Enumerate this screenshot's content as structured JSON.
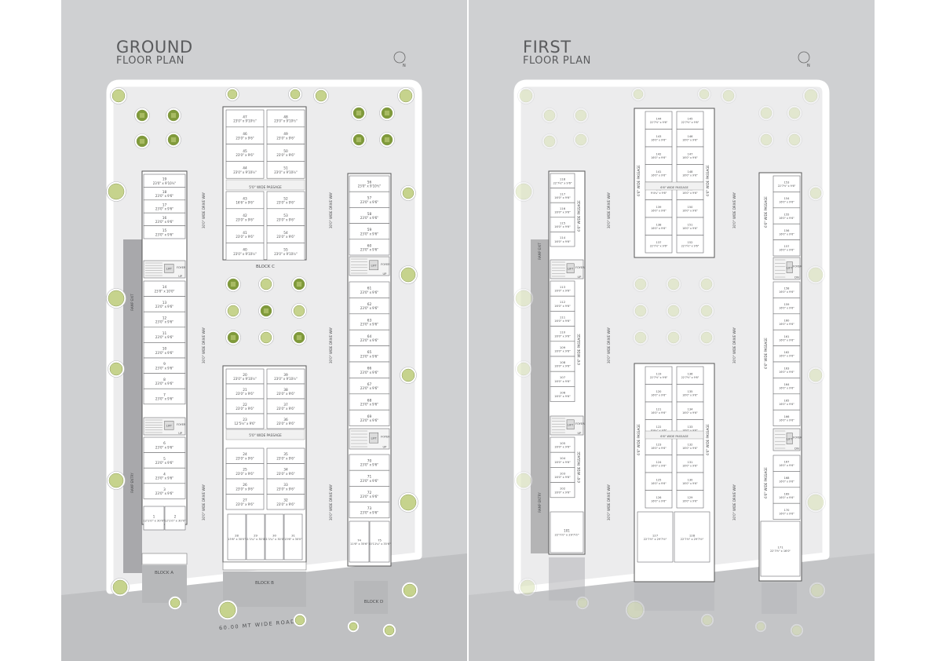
{
  "colors": {
    "panel": "#cfd0d2",
    "site": "#ececed",
    "road": "#bfc0c2",
    "unit_fill": "#ffffff",
    "unit_stroke": "#6b6c6e",
    "tree_light": "#c6d38d",
    "tree_dark": "#7f9a3a",
    "text": "#4d4e50"
  },
  "ground": {
    "title_line1": "GROUND",
    "title_line2": "FLOOR PLAN",
    "north_label": "N",
    "road_label": "60.00 MT  WIDE ROAD",
    "block_a_label": "BLOCK A",
    "block_b_label": "BLOCK B",
    "block_c_label": "BLOCK C",
    "block_d_label": "BLOCK D",
    "drive_way_label": "30'0\" WIDE DRIVE WAY",
    "passage_label": "5'0\" WIDE PASSAGE",
    "ramp_exit_label": "RAMP EXIT",
    "ramp_entry_label": "RAMP ENTRY",
    "lift_label": "LIFT",
    "foyer_label": "FOYER",
    "up_label": "UP",
    "block_a_units": [
      {
        "n": "19",
        "s": "23'0\" x 9'10½\""
      },
      {
        "n": "18",
        "s": "23'0\" x 9'6\""
      },
      {
        "n": "17",
        "s": "23'0\" x 9'6\""
      },
      {
        "n": "16",
        "s": "23'0\" x 9'6\""
      },
      {
        "n": "15",
        "s": "23'0\" x 9'6\""
      },
      {
        "n": "14",
        "s": "23'0\" x 10'0\""
      },
      {
        "n": "13",
        "s": "23'0\" x 9'6\""
      },
      {
        "n": "12",
        "s": "23'0\" x 9'6\""
      },
      {
        "n": "11",
        "s": "23'0\" x 9'6\""
      },
      {
        "n": "10",
        "s": "23'0\" x 9'6\""
      },
      {
        "n": "9",
        "s": "23'0\" x 9'6\""
      },
      {
        "n": "8",
        "s": "23'0\" x 9'6\""
      },
      {
        "n": "7",
        "s": "23'0\" x 9'6\""
      },
      {
        "n": "6",
        "s": "23'0\" x 9'6\""
      },
      {
        "n": "5",
        "s": "23'0\" x 9'6\""
      },
      {
        "n": "4",
        "s": "23'0\" x 9'6\""
      },
      {
        "n": "3",
        "s": "23'0\" x 9'6\""
      }
    ],
    "block_a_bottom": [
      {
        "n": "1",
        "s": "12'1½\" x 30'0\""
      },
      {
        "n": "2",
        "s": "12'1½\" x 30'0\""
      }
    ],
    "block_c_left": [
      {
        "n": "47",
        "s": "23'0\" x 9'10½\""
      },
      {
        "n": "46",
        "s": "23'0\" x 9'6\""
      },
      {
        "n": "45",
        "s": "23'0\" x 9'6\""
      },
      {
        "n": "44",
        "s": "23'0\" x 9'10½\""
      }
    ],
    "block_c_right": [
      {
        "n": "48",
        "s": "23'0\" x 9'10½\""
      },
      {
        "n": "49",
        "s": "23'0\" x 9'6\""
      },
      {
        "n": "50",
        "s": "23'0\" x 9'6\""
      },
      {
        "n": "51",
        "s": "23'0\" x 9'10½\""
      }
    ],
    "block_c_left2": [
      {
        "n": "43",
        "s": "16'6\" x 9'6\""
      },
      {
        "n": "42",
        "s": "23'0\" x 9'6\""
      },
      {
        "n": "41",
        "s": "23'0\" x 9'6\""
      },
      {
        "n": "40",
        "s": "23'0\" x 9'10½\""
      }
    ],
    "block_c_right2": [
      {
        "n": "52",
        "s": "23'0\" x 9'6\""
      },
      {
        "n": "53",
        "s": "23'0\" x 9'6\""
      },
      {
        "n": "54",
        "s": "23'0\" x 9'6\""
      },
      {
        "n": "55",
        "s": "23'0\" x 9'10½\""
      }
    ],
    "block_b_left": [
      {
        "n": "20",
        "s": "23'0\" x 9'10½\""
      },
      {
        "n": "21",
        "s": "23'0\" x 9'6\""
      },
      {
        "n": "22",
        "s": "23'0\" x 9'6\""
      },
      {
        "n": "23",
        "s": "12'5¼\" x 9'6\""
      }
    ],
    "block_b_right": [
      {
        "n": "39",
        "s": "23'0\" x 9'10½\""
      },
      {
        "n": "38",
        "s": "23'0\" x 9'6\""
      },
      {
        "n": "37",
        "s": "23'0\" x 9'6\""
      },
      {
        "n": "36",
        "s": "23'0\" x 9'6\""
      }
    ],
    "block_b_left2": [
      {
        "n": "24",
        "s": "23'0\" x 9'6\""
      },
      {
        "n": "25",
        "s": "23'0\" x 9'6\""
      },
      {
        "n": "26",
        "s": "23'0\" x 9'6\""
      },
      {
        "n": "27",
        "s": "23'0\" x 9'6\""
      }
    ],
    "block_b_right2": [
      {
        "n": "35",
        "s": "23'0\" x 9'6\""
      },
      {
        "n": "34",
        "s": "23'0\" x 9'6\""
      },
      {
        "n": "33",
        "s": "23'0\" x 9'6\""
      },
      {
        "n": "32",
        "s": "23'0\" x 9'6\""
      }
    ],
    "block_b_bottom": [
      {
        "n": "28",
        "s": "13'6\" x 30'0\""
      },
      {
        "n": "29",
        "s": "11'1¼\" x 30'0\""
      },
      {
        "n": "30",
        "s": "11'1¼\" x 30'0\""
      },
      {
        "n": "31",
        "s": "13'6\" x 30'0\""
      }
    ],
    "block_d_units": [
      {
        "n": "56",
        "s": "23'0\" x 9'10½\""
      },
      {
        "n": "57",
        "s": "23'0\" x 9'6\""
      },
      {
        "n": "58",
        "s": "23'0\" x 9'6\""
      },
      {
        "n": "59",
        "s": "23'0\" x 9'6\""
      },
      {
        "n": "60",
        "s": "23'0\" x 9'6\""
      },
      {
        "n": "61",
        "s": "23'0\" x 9'6\""
      },
      {
        "n": "62",
        "s": "23'0\" x 9'6\""
      },
      {
        "n": "63",
        "s": "23'0\" x 9'6\""
      },
      {
        "n": "64",
        "s": "23'0\" x 9'6\""
      },
      {
        "n": "65",
        "s": "23'0\" x 9'6\""
      },
      {
        "n": "66",
        "s": "23'0\" x 9'6\""
      },
      {
        "n": "67",
        "s": "23'0\" x 9'6\""
      },
      {
        "n": "68",
        "s": "23'0\" x 9'6\""
      },
      {
        "n": "69",
        "s": "23'0\" x 9'6\""
      },
      {
        "n": "70",
        "s": "23'0\" x 9'6\""
      },
      {
        "n": "71",
        "s": "23'0\" x 9'6\""
      },
      {
        "n": "72",
        "s": "23'0\" x 9'6\""
      },
      {
        "n": "73",
        "s": "23'0\" x 9'6\""
      }
    ],
    "block_d_bottom": [
      {
        "n": "74",
        "s": "11'6\" x 35'6\""
      },
      {
        "n": "75",
        "s": "10'11¼\" x 35'6\""
      }
    ]
  },
  "first": {
    "title_line1": "FIRST",
    "title_line2": "FLOOR PLAN",
    "north_label": "N",
    "drive_way_label": "30'0\" WIDE DRIVE WAY",
    "passage_label": "6'6\" WIDE PASSAGE",
    "cross_passage_label": "6'6\" WIDE PASSAGE",
    "ramp_exit_label": "RAMP EXIT",
    "ramp_entry_label": "RAMP ENTRY",
    "lift_label": "LIFT",
    "foyer_label": "FOYER",
    "up_label": "UP",
    "dn_label": "DN",
    "block_a_units": [
      {
        "n": "118",
        "s": "22'7½\" x 9'6\""
      },
      {
        "n": "117",
        "s": "16'0\" x 9'6\""
      },
      {
        "n": "116",
        "s": "16'0\" x 9'6\""
      },
      {
        "n": "115",
        "s": "16'0\" x 9'6\""
      },
      {
        "n": "114",
        "s": "16'0\" x 9'6\""
      },
      {
        "n": "113",
        "s": "16'0\" x 9'6\""
      },
      {
        "n": "112",
        "s": "16'0\" x 9'6\""
      },
      {
        "n": "111",
        "s": "16'0\" x 9'6\""
      },
      {
        "n": "110",
        "s": "16'0\" x 9'6\""
      },
      {
        "n": "109",
        "s": "16'0\" x 9'6\""
      },
      {
        "n": "108",
        "s": "16'0\" x 9'6\""
      },
      {
        "n": "107",
        "s": "16'0\" x 9'6\""
      },
      {
        "n": "106",
        "s": "16'0\" x 9'6\""
      },
      {
        "n": "105",
        "s": "16'0\" x 9'6\""
      },
      {
        "n": "104",
        "s": "16'0\" x 9'6\""
      },
      {
        "n": "103",
        "s": "16'0\" x 9'6\""
      },
      {
        "n": "102",
        "s": "16'0\" x 9'6\""
      }
    ],
    "block_a_bottom": {
      "n": "101",
      "s": "22'7½\" x 29'7½\""
    },
    "block_c_left": [
      {
        "n": "144",
        "s": "22'7½\" x 9'6\""
      },
      {
        "n": "143",
        "s": "16'0\" x 9'6\""
      },
      {
        "n": "142",
        "s": "16'0\" x 9'6\""
      },
      {
        "n": "141",
        "s": "16'0\" x 9'6\""
      },
      {
        "n": "140",
        "s": "9'4¼\" x 9'6\""
      },
      {
        "n": "139",
        "s": "16'0\" x 9'6\""
      },
      {
        "n": "138",
        "s": "16'0\" x 9'6\""
      },
      {
        "n": "137",
        "s": "22'7½\" x 9'6\""
      }
    ],
    "block_c_right": [
      {
        "n": "145",
        "s": "22'7½\" x 9'6\""
      },
      {
        "n": "146",
        "s": "16'0\" x 9'6\""
      },
      {
        "n": "147",
        "s": "16'0\" x 9'6\""
      },
      {
        "n": "148",
        "s": "16'0\" x 9'6\""
      },
      {
        "n": "149",
        "s": "16'0\" x 9'6\""
      },
      {
        "n": "150",
        "s": "16'0\" x 9'6\""
      },
      {
        "n": "151",
        "s": "16'0\" x 9'6\""
      },
      {
        "n": "152",
        "s": "22'7½\" x 9'6\""
      }
    ],
    "block_b_left": [
      {
        "n": "119",
        "s": "22'7½\" x 9'6\""
      },
      {
        "n": "120",
        "s": "16'0\" x 9'6\""
      },
      {
        "n": "121",
        "s": "16'0\" x 9'6\""
      },
      {
        "n": "122",
        "s": "9'4¼\" x 9'6\""
      },
      {
        "n": "123",
        "s": "16'0\" x 9'6\""
      },
      {
        "n": "124",
        "s": "16'0\" x 9'6\""
      },
      {
        "n": "125",
        "s": "16'0\" x 9'6\""
      },
      {
        "n": "126",
        "s": "16'0\" x 9'6\""
      }
    ],
    "block_b_right": [
      {
        "n": "136",
        "s": "22'7½\" x 9'6\""
      },
      {
        "n": "135",
        "s": "16'0\" x 9'6\""
      },
      {
        "n": "134",
        "s": "16'0\" x 9'6\""
      },
      {
        "n": "133",
        "s": "16'0\" x 9'6\""
      },
      {
        "n": "132",
        "s": "16'0\" x 9'6\""
      },
      {
        "n": "131",
        "s": "16'0\" x 9'6\""
      },
      {
        "n": "130",
        "s": "16'0\" x 9'6\""
      },
      {
        "n": "129",
        "s": "16'0\" x 9'6\""
      }
    ],
    "block_b_bottom": [
      {
        "n": "127",
        "s": "22'7½\" x 29'7½\""
      },
      {
        "n": "128",
        "s": "22'7½\" x 29'7½\""
      }
    ],
    "block_d_units": [
      {
        "n": "153",
        "s": "22'7½\" x 9'6\""
      },
      {
        "n": "154",
        "s": "16'0\" x 9'6\""
      },
      {
        "n": "155",
        "s": "16'0\" x 9'6\""
      },
      {
        "n": "156",
        "s": "16'0\" x 9'6\""
      },
      {
        "n": "157",
        "s": "16'0\" x 9'6\""
      },
      {
        "n": "158",
        "s": "16'0\" x 9'6\""
      },
      {
        "n": "159",
        "s": "16'0\" x 9'6\""
      },
      {
        "n": "160",
        "s": "16'0\" x 9'6\""
      },
      {
        "n": "161",
        "s": "16'0\" x 9'6\""
      },
      {
        "n": "162",
        "s": "16'0\" x 9'6\""
      },
      {
        "n": "163",
        "s": "16'0\" x 9'6\""
      },
      {
        "n": "164",
        "s": "16'0\" x 9'6\""
      },
      {
        "n": "165",
        "s": "16'0\" x 9'6\""
      },
      {
        "n": "166",
        "s": "16'0\" x 9'6\""
      },
      {
        "n": "167",
        "s": "16'0\" x 9'6\""
      },
      {
        "n": "168",
        "s": "16'0\" x 9'6\""
      },
      {
        "n": "169",
        "s": "16'0\" x 9'6\""
      },
      {
        "n": "170",
        "s": "16'0\" x 9'6\""
      }
    ],
    "block_d_bottom": {
      "n": "171",
      "s": "22'7½\" x 16'0\""
    }
  }
}
